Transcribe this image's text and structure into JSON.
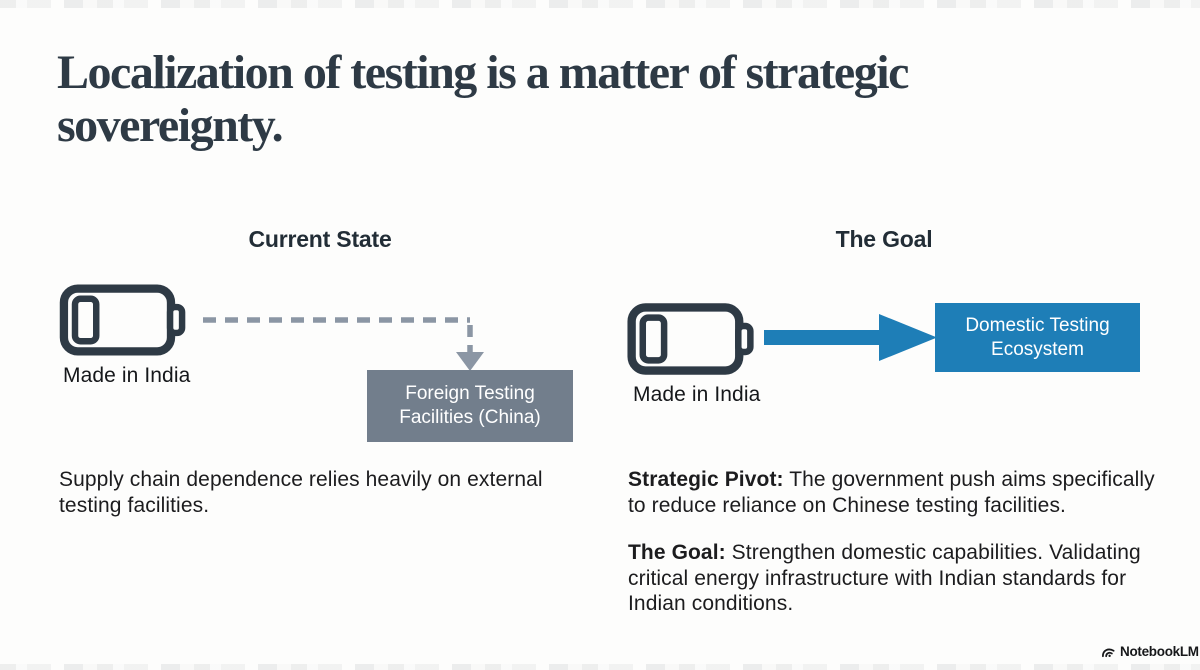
{
  "slide": {
    "title": {
      "line1": "Localization of testing is a matter of strategic",
      "line2": "sovereignty."
    },
    "left_column": {
      "heading": "Current State",
      "battery_label": "Made in India",
      "box": {
        "line1": "Foreign Testing",
        "line2": "Facilities (China)"
      },
      "body": "Supply chain dependence relies heavily on external testing facilities."
    },
    "right_column": {
      "heading": "The Goal",
      "battery_label": "Made in India",
      "box": {
        "line1": "Domestic Testing",
        "line2": "Ecosystem"
      },
      "para1": {
        "lead": "Strategic Pivot:",
        "rest": " The government push aims specifically to reduce reliance on Chinese testing facilities."
      },
      "para2": {
        "lead": "The Goal:",
        "rest": " Strengthen domestic capabilities. Validating critical energy infrastructure with Indian standards for Indian conditions."
      }
    },
    "watermark": "NotebookLM",
    "colors": {
      "ink": "#2e3a45",
      "heading": "#222d36",
      "body_text": "#1c1c1e",
      "accent_blue": "#1e7eb7",
      "slate_gray": "#727e8c",
      "dash_gray": "#8b96a4"
    }
  }
}
